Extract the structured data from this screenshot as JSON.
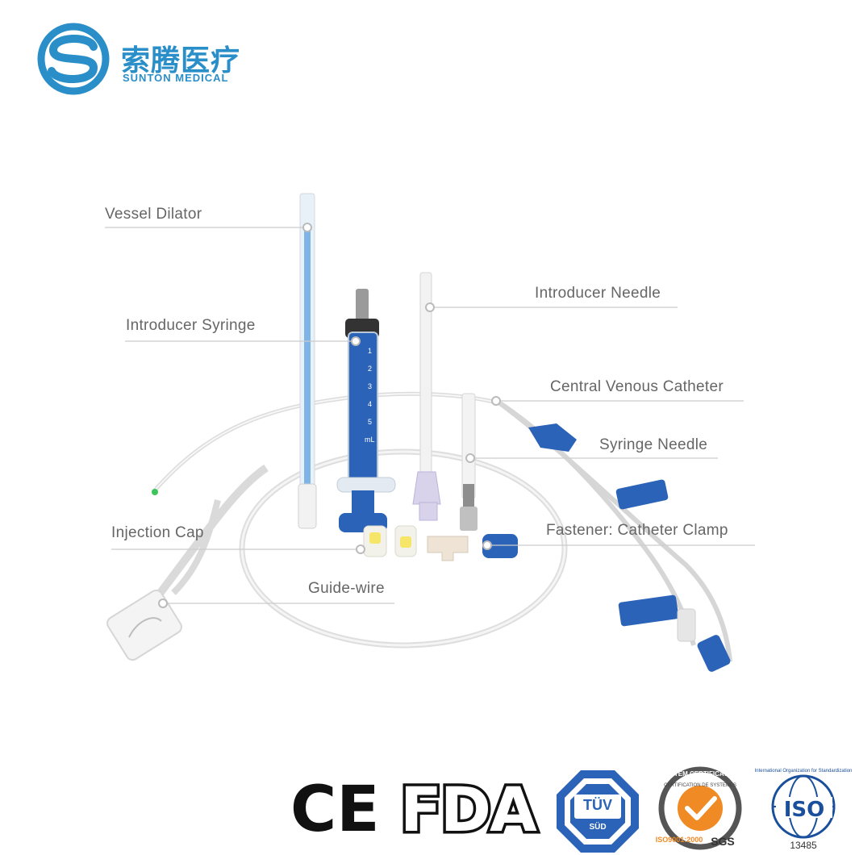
{
  "brand": {
    "name_cn": "索腾医疗",
    "name_en": "SUNTON MEDICAL",
    "primary_color": "#2a8fc9",
    "logo_icon": "s-circle-logo-icon"
  },
  "components": [
    {
      "id": "vessel-dilator",
      "label": "Vessel Dilator"
    },
    {
      "id": "introducer-syringe",
      "label": "Introducer Syringe"
    },
    {
      "id": "introducer-needle",
      "label": "Introducer Needle"
    },
    {
      "id": "central-venous-catheter",
      "label": "Central Venous Catheter"
    },
    {
      "id": "syringe-needle",
      "label": "Syringe Needle"
    },
    {
      "id": "injection-cap",
      "label": "Injection Cap"
    },
    {
      "id": "fastener-catheter-clamp",
      "label": "Fastener:  Catheter Clamp"
    },
    {
      "id": "guide-wire",
      "label": "Guide-wire"
    }
  ],
  "syringe_scale": [
    "1",
    "2",
    "3",
    "4",
    "5",
    "mL"
  ],
  "certifications": {
    "ce": "CE",
    "fda": "FDA",
    "tuv_top": "TÜV",
    "tuv_bottom": "SÜD",
    "sgs_ring_top": "SYSTEM CERTIFICATION",
    "sgs_ring_inner": "CERTIFICATION DE SYSTEMES",
    "sgs_ring_bottom": "ISO9001:2000",
    "sgs": "SGS",
    "iso_ring": "International Organization for Standardization",
    "iso": "ISO",
    "iso_number": "13485"
  },
  "accent_colors": {
    "label_text": "#666666",
    "leader_line": "#cccccc",
    "device_blue": "#2b63b8",
    "sgs_orange": "#f08a24"
  }
}
